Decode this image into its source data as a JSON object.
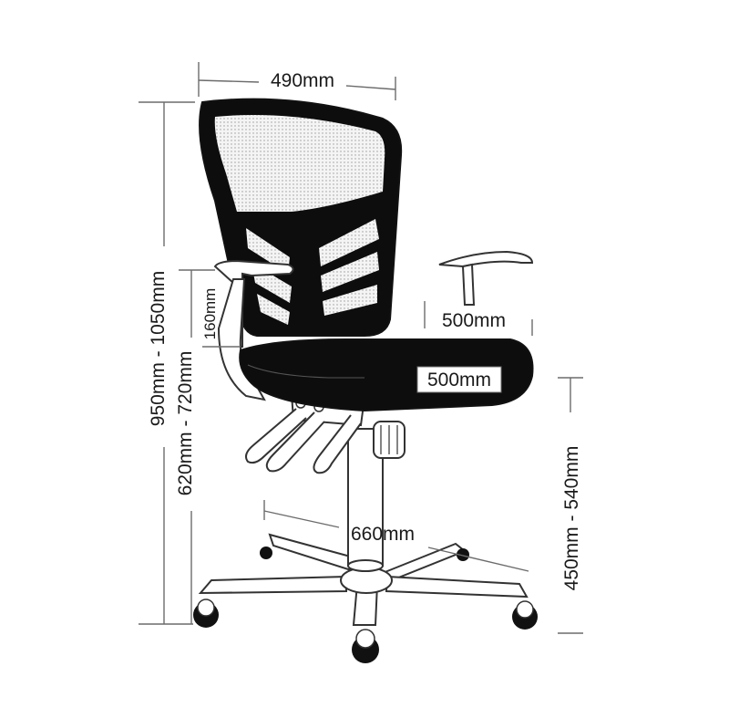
{
  "dimensions": {
    "width": "490mm",
    "total_height": "950mm - 1050mm",
    "arm_height": "620mm - 720mm",
    "armrest_gap": "160mm",
    "seat_depth": "500mm",
    "seat_width": "500mm",
    "base_diameter": "660mm",
    "seat_height": "450mm - 540mm"
  },
  "colors": {
    "upholstery": "#0d0d0d",
    "frame": "#ffffff",
    "mesh": "#f2f2f2",
    "dimension_line": "#6b6b6b"
  }
}
